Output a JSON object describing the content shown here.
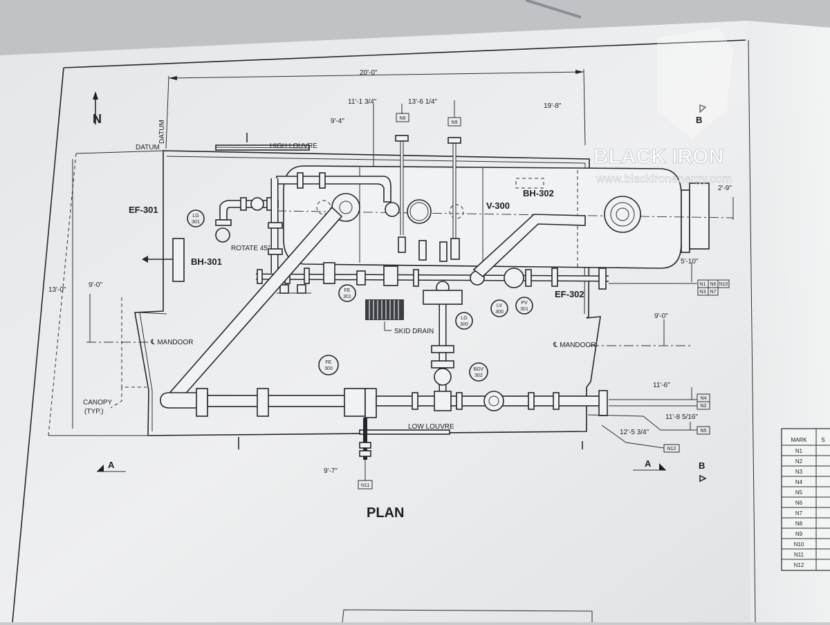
{
  "dimensions": {
    "overall": "20'-0\"",
    "n8_offset": "11'-1 3/4\"",
    "n9_offset": "13'-6 1/4\"",
    "left_top": "9'-4\"",
    "right_top": "19'-8\"",
    "right_side": "2'-9\"",
    "width_side": "13'-0\"",
    "left_mandoor": "9'-0\"",
    "right_mandoor": "9'-0\"",
    "right_n1": "5'-10\"",
    "right_n4": "11'-6\"",
    "right_n5": "11'-8 5/16\"",
    "right_n12": "12'-5 3/4\"",
    "bottom_n11": "9'-7\""
  },
  "labels": {
    "north": "N",
    "datum_h": "DATUM",
    "datum_v": "DATUM",
    "high_louvre": "HIGH LOUVRE",
    "low_louvre": "LOW LOUVRE",
    "ef301": "EF-301",
    "ef302": "EF-302",
    "bh301": "BH-301",
    "bh302": "BH-302",
    "v300": "V-300",
    "rotate": "ROTATE 45°",
    "skid_drain": "SKID DRAIN",
    "mandoor_left": "℄ MANDOOR",
    "mandoor_right": "℄ MANDOOR",
    "canopy": "CANOPY",
    "canopy_typ": "(TYP.)",
    "plan": "PLAN",
    "section_a": "A",
    "section_b": "B"
  },
  "instruments": [
    {
      "tag": "LG",
      "num": "301"
    },
    {
      "tag": "FE",
      "num": "301"
    },
    {
      "tag": "LG",
      "num": "300"
    },
    {
      "tag": "LV",
      "num": "300"
    },
    {
      "tag": "PV",
      "num": "301"
    },
    {
      "tag": "FE",
      "num": "300"
    },
    {
      "tag": "BDV",
      "num": "302"
    }
  ],
  "nozzles": {
    "n8": "N8",
    "n9": "N9",
    "n1": "N1",
    "n6": "N6",
    "n10": "N10",
    "n3": "N3",
    "n7": "N7",
    "n4": "N4",
    "n2": "N2",
    "n5": "N5",
    "n12": "N12",
    "n11": "N11"
  },
  "table": {
    "header": "MARK",
    "header2": "S",
    "rows": [
      "N1",
      "N2",
      "N3",
      "N4",
      "N5",
      "N6",
      "N7",
      "N8",
      "N9",
      "N10",
      "N11",
      "N12"
    ]
  },
  "watermark": {
    "brand": "BLACK IRON",
    "url": "www.blackironenergy.com"
  }
}
